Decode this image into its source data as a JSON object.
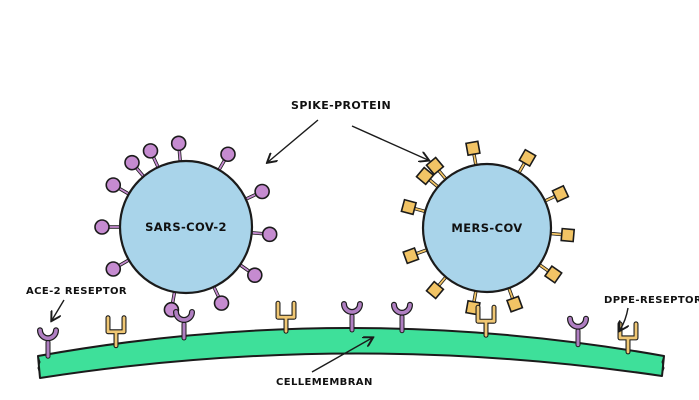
{
  "labels": {
    "spike_protein": "SPIKE-PROTEIN",
    "sars_cov_2": "SARS-COV-2",
    "mers_cov": "MERS-COV",
    "ace2_receptor": "ACE-2 RESEPTOR",
    "dppe_receptor": "DPPE-RESEPTOR",
    "cell_membrane": "CELLEMEMBRAN"
  },
  "colors": {
    "virus_body": "#a9d4ea",
    "sars_spike": "#c58bd0",
    "mers_spike": "#f2c465",
    "ace2_receptor": "#b07fc2",
    "dppe_receptor": "#f0c774",
    "membrane": "#3ee09a",
    "outline": "#1b1b1b"
  },
  "icons": {
    "sars_spikes": "purple-ball-spike",
    "mers_spikes": "orange-square-spike",
    "ace2_receptors": "purple-cup-receptor",
    "dppe_receptors": "orange-fork-receptor"
  }
}
